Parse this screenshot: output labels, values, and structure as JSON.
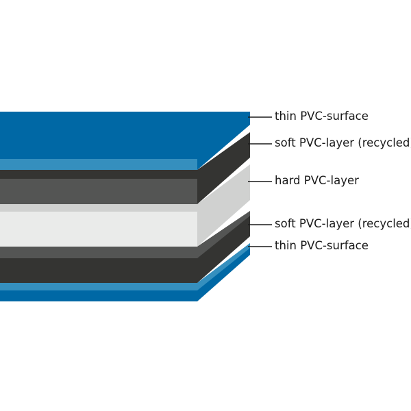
{
  "labels": [
    "thin PVC-surface",
    "soft PVC-layer (recycled)",
    "hard PVC-layer",
    "soft PVC-layer (recycled)",
    "thin PVC-surface"
  ],
  "colors": {
    "blue": "#0068a5",
    "light_blue": "#358fbe",
    "dark": "#343432",
    "gray": "#545554",
    "light_gray": "#d0d1d0",
    "white_gray": "#eaebea"
  }
}
